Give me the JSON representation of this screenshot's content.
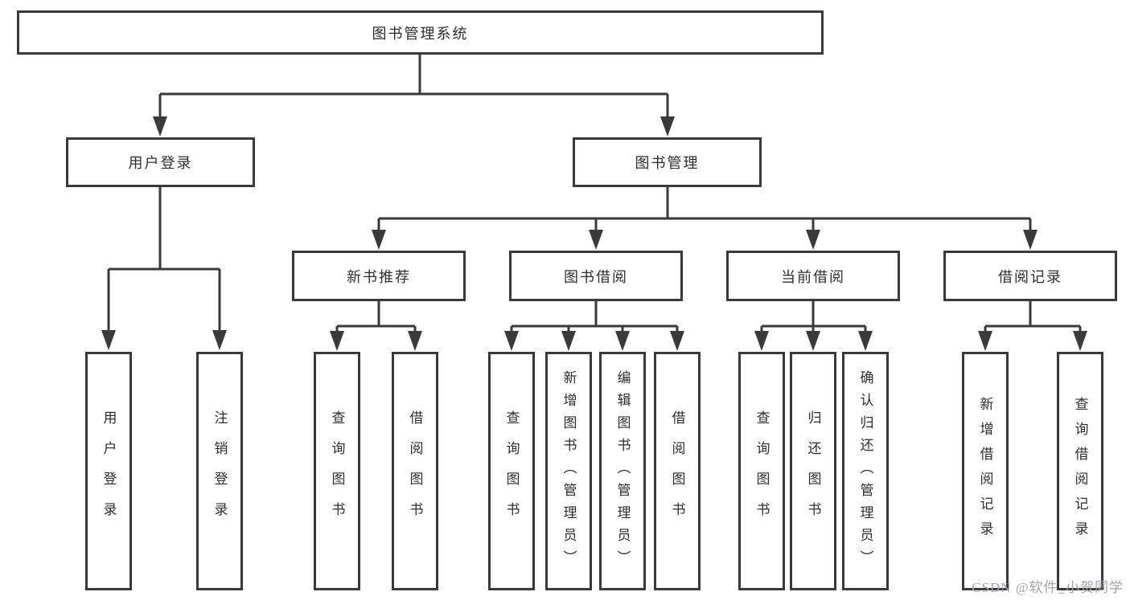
{
  "colors": {
    "line": "#3a3a3a",
    "text": "#2e2e2e",
    "background": "#ffffff",
    "watermark_color": "#a2a3ab"
  },
  "diagram": {
    "root": {
      "label": "图书管理系统"
    },
    "level2": {
      "user_login": {
        "label": "用户登录"
      },
      "book_mgmt": {
        "label": "图书管理"
      }
    },
    "level3": {
      "new_book": {
        "label": "新书推荐"
      },
      "book_borrow": {
        "label": "图书借阅"
      },
      "current_borrow": {
        "label": "当前借阅"
      },
      "borrow_record": {
        "label": "借阅记录"
      }
    },
    "leaves": {
      "user_login": [
        "用户登录",
        "注销登录"
      ],
      "new_book": [
        "查询图书",
        "借阅图书"
      ],
      "book_borrow": [
        "查询图书",
        "新增图书（管理员）",
        "编辑图书（管理员）",
        "借阅图书"
      ],
      "current_borrow": [
        "查询图书",
        "归还图书",
        "确认归还（管理员）"
      ],
      "borrow_record": [
        "新增借阅记录",
        "查询借阅记录"
      ]
    }
  },
  "watermark": "CSDN @软件_小贺同学"
}
